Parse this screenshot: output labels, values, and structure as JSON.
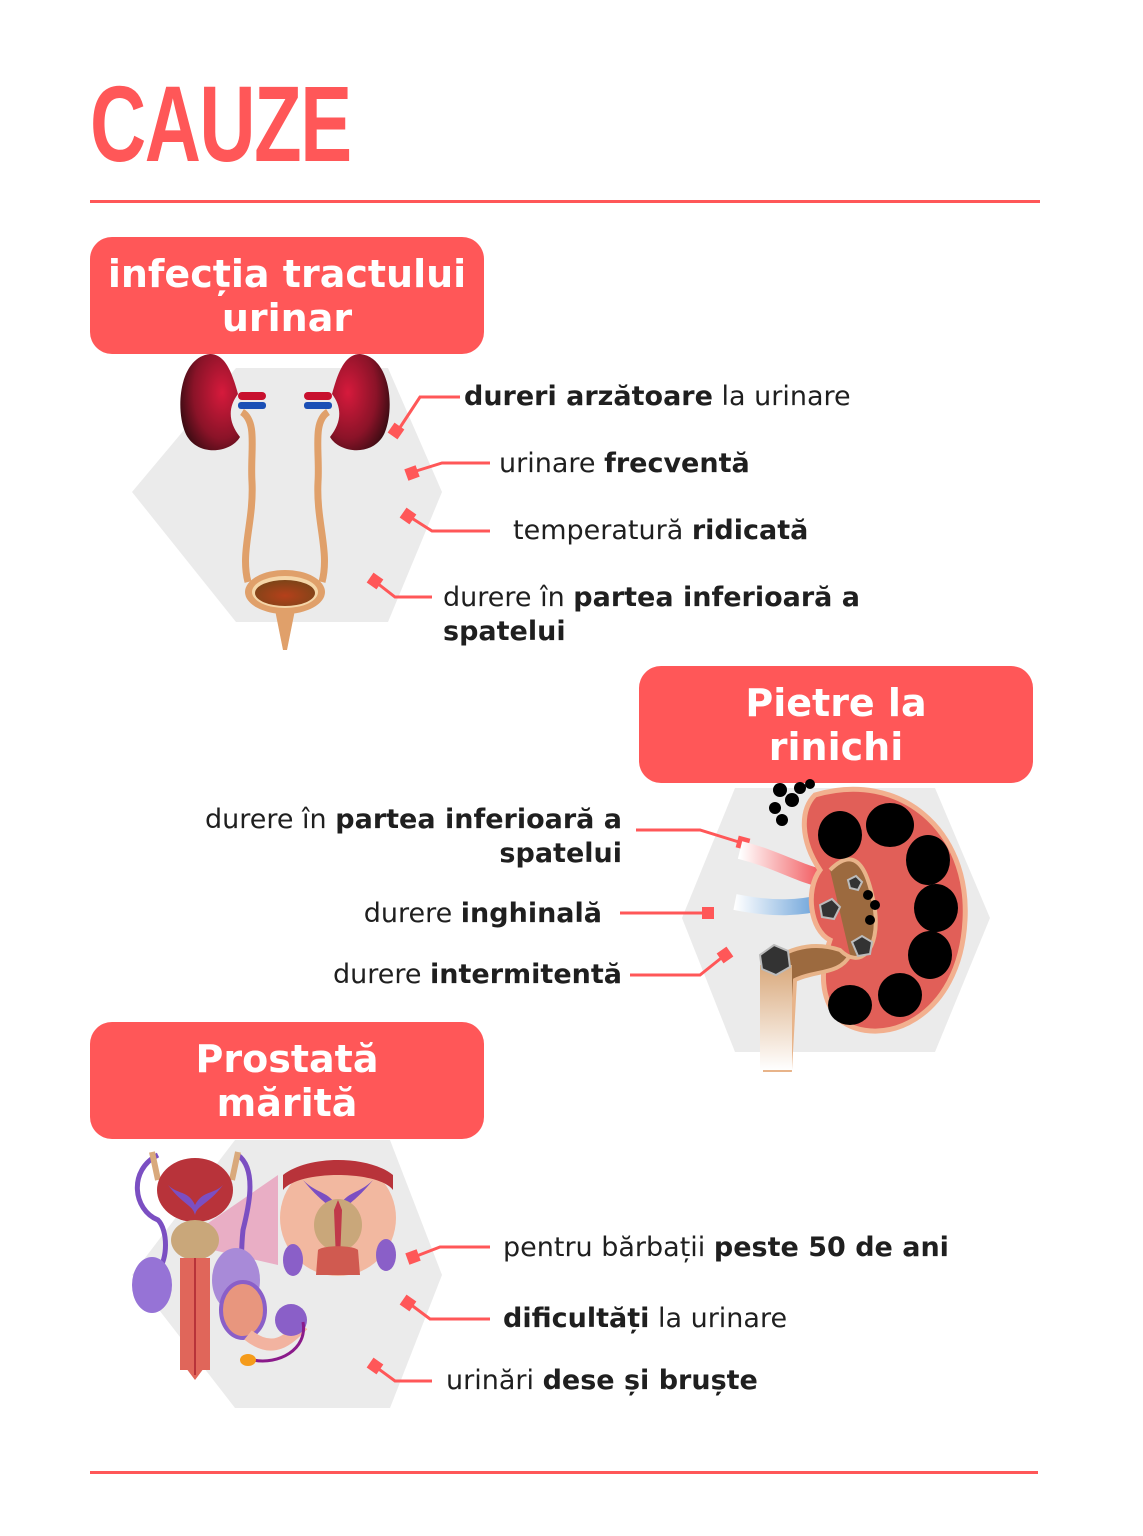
{
  "colors": {
    "accent": "#FF5758",
    "hexagon": "#EBEBEB",
    "text": "#1F1F1F"
  },
  "header": {
    "title": "CAUZE"
  },
  "sections": [
    {
      "label": "infecția tractului urinar",
      "label_lines": [
        "infecția tractului",
        "urinar"
      ],
      "illustration": "urinary-tract-icon",
      "symptoms": [
        {
          "normal_before": "",
          "bold": "dureri arzătoare",
          "normal_after": " la urinare"
        },
        {
          "normal_before": "urinare ",
          "bold": "frecventă",
          "normal_after": ""
        },
        {
          "normal_before": "temperatură ",
          "bold": "ridicată",
          "normal_after": ""
        },
        {
          "normal_before": "durere în ",
          "bold": "partea inferioară a spatelui",
          "normal_after": ""
        }
      ]
    },
    {
      "label": "Pietre la rinichi",
      "label_lines": [
        "Pietre la",
        "rinichi"
      ],
      "illustration": "kidney-stones-icon",
      "symptoms": [
        {
          "normal_before": "durere în ",
          "bold": "partea inferioară a spatelui",
          "normal_after": ""
        },
        {
          "normal_before": "durere ",
          "bold": "inghinală",
          "normal_after": ""
        },
        {
          "normal_before": "durere ",
          "bold": "intermitentă",
          "normal_after": ""
        }
      ]
    },
    {
      "label": "Prostată mărită",
      "label_lines": [
        "Prostată",
        "mărită"
      ],
      "illustration": "prostate-anatomy-icon",
      "symptoms": [
        {
          "normal_before": "pentru bărbații ",
          "bold": "peste 50 de ani",
          "normal_after": ""
        },
        {
          "normal_before": "",
          "bold": "dificultăți",
          "normal_after": " la urinare"
        },
        {
          "normal_before": "urinări ",
          "bold": "dese și bruște",
          "normal_after": ""
        }
      ]
    }
  ]
}
